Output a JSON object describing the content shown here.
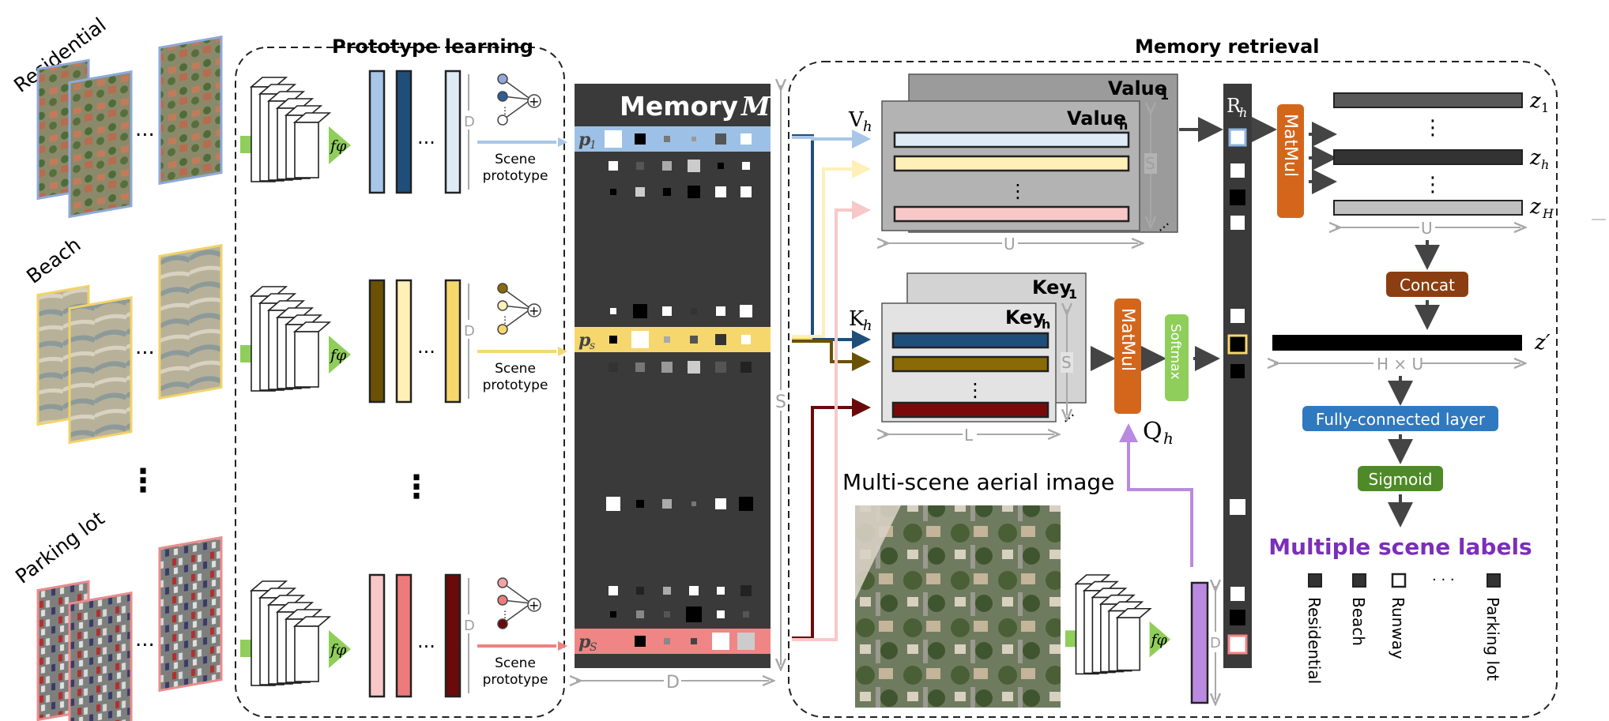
{
  "titles": {
    "prototype_learning": "Prototype learning",
    "memory_retrieval": "Memory retrieval",
    "memory": "Memory",
    "memory_symbol": "M",
    "multi_scene": "Multi-scene aerial image",
    "multiple_labels": "Multiple scene labels"
  },
  "scenes": [
    {
      "name": "Residential",
      "color": "#8fa9d9"
    },
    {
      "name": "Beach",
      "color": "#f1d36a"
    },
    {
      "name": "Parking lot",
      "color": "#e98c8c"
    }
  ],
  "ellipsis_h": "...",
  "ellipsis_v": "⋮",
  "ellipsis_dots": "· · ·",
  "scene_prototype": "Scene prototype",
  "scene_word": "Scene",
  "prototype_word": "prototype",
  "f_phi": "fφ",
  "letters": {
    "D": "D",
    "S": "S",
    "U": "U",
    "L": "L",
    "HU": "H × U"
  },
  "memory_rows": {
    "p1": "p",
    "p1_sub": "1",
    "ps": "p",
    "ps_sub": "s",
    "pS": "p",
    "pS_sub": "S"
  },
  "value": {
    "title_1": "Value",
    "sub_1": "1",
    "title_h": "Value",
    "sub_h": "h",
    "label": "V",
    "label_sub": "h"
  },
  "key": {
    "title_1": "Key",
    "sub_1": "1",
    "title_h": "Key",
    "sub_h": "h",
    "label": "K",
    "label_sub": "h"
  },
  "R_label": "R",
  "R_sub": "h",
  "Q_label": "Q",
  "Q_sub": "h",
  "ops": {
    "matmul": "MatMul",
    "softmax": "Softmax",
    "concat": "Concat",
    "fc": "Fully-connected layer",
    "sigmoid": "Sigmoid"
  },
  "z": {
    "z1": "z",
    "z1_sub": "1",
    "zh": "z",
    "zh_sub": "h",
    "zH": "z",
    "zH_sub": "H",
    "zp": "z′"
  },
  "labels_legend": [
    "Residential",
    "Beach",
    "Runway",
    "Parking lot"
  ],
  "colors": {
    "memory_bg": "#3a3a3a",
    "matmul": "#d4661c",
    "softmax": "#8fce5a",
    "concat": "#8b3e12",
    "fc": "#2f79c0",
    "sigmoid": "#4e8a27",
    "purple": "#7b2fb8",
    "lavender": "#b98ae0",
    "blue_dark": "#1f4e7a",
    "blue_light": "#a8c6e8",
    "yellow": "#f5d76e",
    "yellow_light": "#fff0b8",
    "brown": "#6b5104",
    "red_dark": "#6b0a0a",
    "pink": "#f4a2a2",
    "pink_light": "#f8c8c8"
  }
}
